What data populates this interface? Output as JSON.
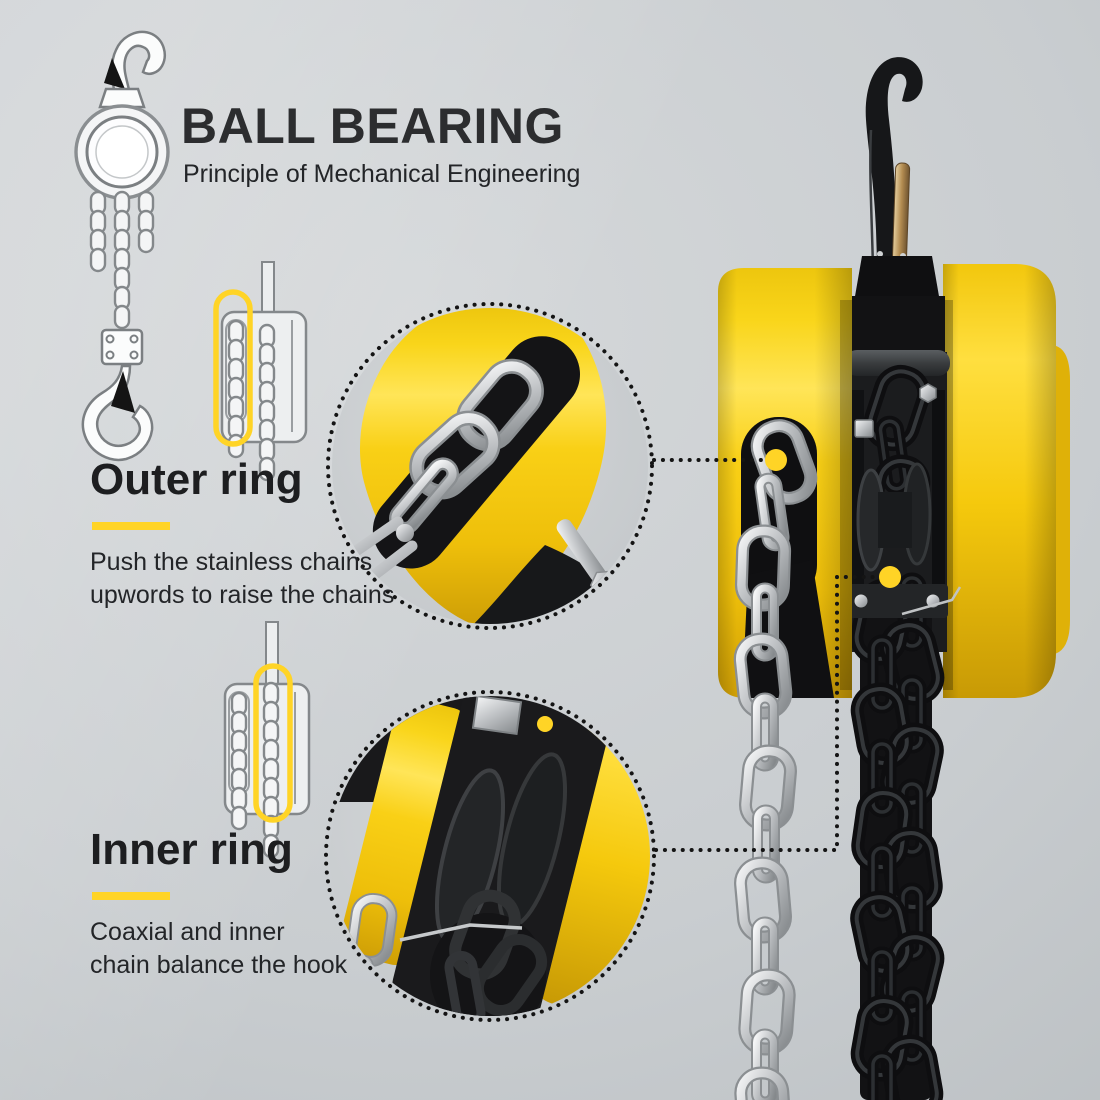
{
  "header": {
    "title": "BALL BEARING",
    "subtitle": "Principle of Mechanical Engineering"
  },
  "annotations": {
    "outer": {
      "heading": "Outer ring",
      "line1": "Push the stainless chains",
      "line2": "upwords to raise the chains"
    },
    "inner": {
      "heading": "Inner ring",
      "line1": "Coaxial and inner",
      "line2": "chain balance the hook"
    }
  },
  "icons": {
    "hoist_line_art": "chain-hoist-line-art-icon",
    "mini_diagram_outer": "hoist-side-view-outer-chain-highlight-icon",
    "mini_diagram_inner": "hoist-side-view-inner-chain-highlight-icon"
  },
  "colors": {
    "accent_yellow": "#ffd426",
    "hoist_yellow": "#f7cd0f",
    "hoist_yellow_deep": "#d19f06",
    "metal_black": "#17181a",
    "silver": "#c9cccf",
    "brass": "#b28b50",
    "title_text": "#2c2d2f",
    "body_text": "#232528",
    "line_art_gray": "#7b7f82",
    "leader_line": "#141414",
    "bg_light": "#d5d8da",
    "bg_mid": "#c9cdd0",
    "bg_dark": "#b3b8bb"
  }
}
